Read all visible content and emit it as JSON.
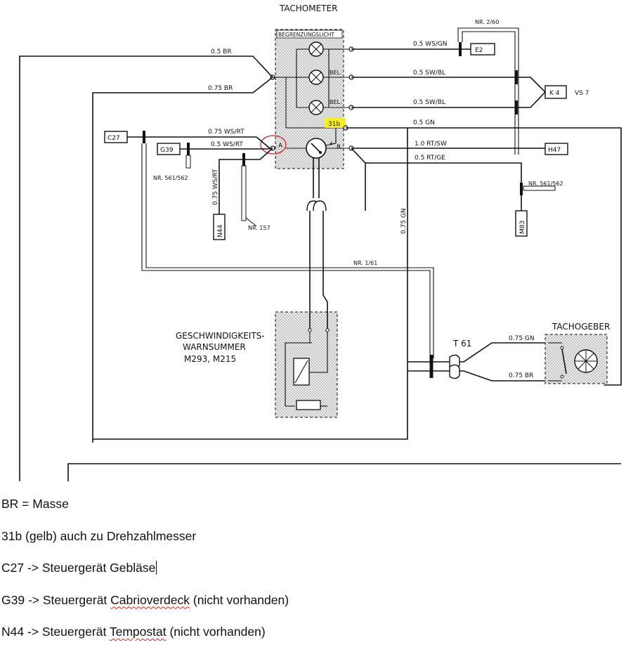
{
  "diagram": {
    "title": "TACHOMETER",
    "lamp_group": "BEGRENZUNGSLICHT",
    "lamp_labels": [
      "BEL.",
      "BEL."
    ],
    "terminals": {
      "t31b": "31b",
      "plus": "+",
      "r": "R",
      "a": "A"
    },
    "wires": {
      "w_br_top": "0.5  BR",
      "w_br_2": "0.75  BR",
      "w_wsrt_1": "0.75  WS/RT",
      "w_wsrt_2": "0.5  WS/RT",
      "w_wsrt_v": "0.75  WS/RT",
      "w_wsgn": "0.5  WS/GN",
      "w_swbl_1": "0.5  SW/BL",
      "w_swbl_2": "0.5  SW/BL",
      "w_gn": "0.5  GN",
      "w_rtsw": "1.0  RT/SW",
      "w_rtge": "0.5  RT/GE",
      "w_gn_v": "0.75  GN",
      "w_tg_gn": "0.75  GN",
      "w_tg_br": "0.75  BR"
    },
    "connectors": {
      "c27": "C27",
      "g39": "G39",
      "n44": "N44",
      "e2": "E2",
      "k4": "K 4",
      "h47": "H47",
      "m83": "M83",
      "vs7": "VS 7",
      "t61": "T 61"
    },
    "refs": {
      "nr260": "NR. 2/60",
      "nr561_left": "NR. 561/562",
      "nr561_right": "NR. 561/562",
      "nr157": "NR. 157",
      "nr161": "NR. 1/61"
    },
    "buzzer_lines": [
      "GESCHWINDIGKEITS-",
      "WARNSUMMER",
      "M293, M215"
    ],
    "sensor": "TACHOGEBER"
  },
  "notes": {
    "n1": "BR = Masse",
    "n2": "31b (gelb) auch zu Drehzahlmesser",
    "n3": "C27 -> Steuergerät Gebläse",
    "n4_pre": "G39 -> Steuergerät ",
    "n4_word": "Cabrioverdeck",
    "n4_post": " (nicht vorhanden)",
    "n5_pre": "N44 -> Steuergerät ",
    "n5_word": "Tempostat",
    "n5_post": " (nicht vorhanden)"
  },
  "colors": {
    "highlight": "#f5ef2a",
    "circle_mark": "#d42020",
    "shade": "#e3e3e3",
    "line": "#111111"
  }
}
